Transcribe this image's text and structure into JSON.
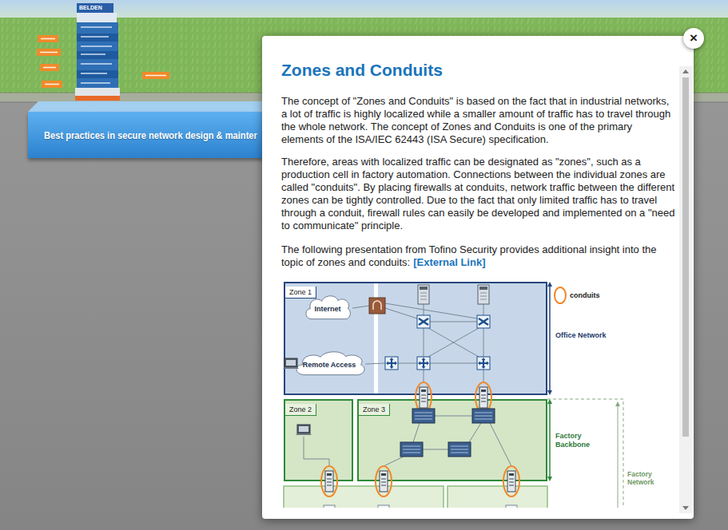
{
  "diagram": {
    "title": "Zones and Conduits",
    "nodes": [
      {
        "text": [
          "Best practices in secure network design & mainter"
        ]
      },
      {
        "text": [
          "The concept of \"Zones and Conduits\" is based on the fact that in industrial networks, a lot of traffic is highly localized while a smaller amount of traffic has to travel through the whole network. The concept of Zones and Conduits is one of the primary elements of the ISA/IEC 62443 (ISA Secure) specification.",
          "Therefore, areas with localized traffic can be designated as \"zones\", such as a production cell in factory automation. Connections between the individual zones are called \"conduits\". By placing firewalls at conduits, network traffic between the different zones can be tightly controlled. Due to the fact that only limited traffic has to travel through a conduit, firewall rules can easily be developed and implemented on a \"need to communicate\" principle.",
          "The following presentation from Tofino Security provides additional insight into the topic of zones and conduits:",
          "[External Link]"
        ]
      },
      {
        "text": [
          "×"
        ]
      },
      {
        "text": [
          "Zone 1"
        ],
        "in": 1
      },
      {
        "text": [
          "Internet"
        ],
        "in": 3
      },
      {
        "text": [
          "Remote Access"
        ],
        "in": 3
      },
      {
        "text": [
          "Zone 2"
        ],
        "in": 1
      },
      {
        "text": [
          "Zone 3"
        ],
        "in": 1
      }
    ],
    "labels": [
      "BELDEN",
      "Office Network",
      "Factory Backbone",
      "Factory Network"
    ],
    "legend": [
      {
        "text": "conduits"
      }
    ]
  }
}
